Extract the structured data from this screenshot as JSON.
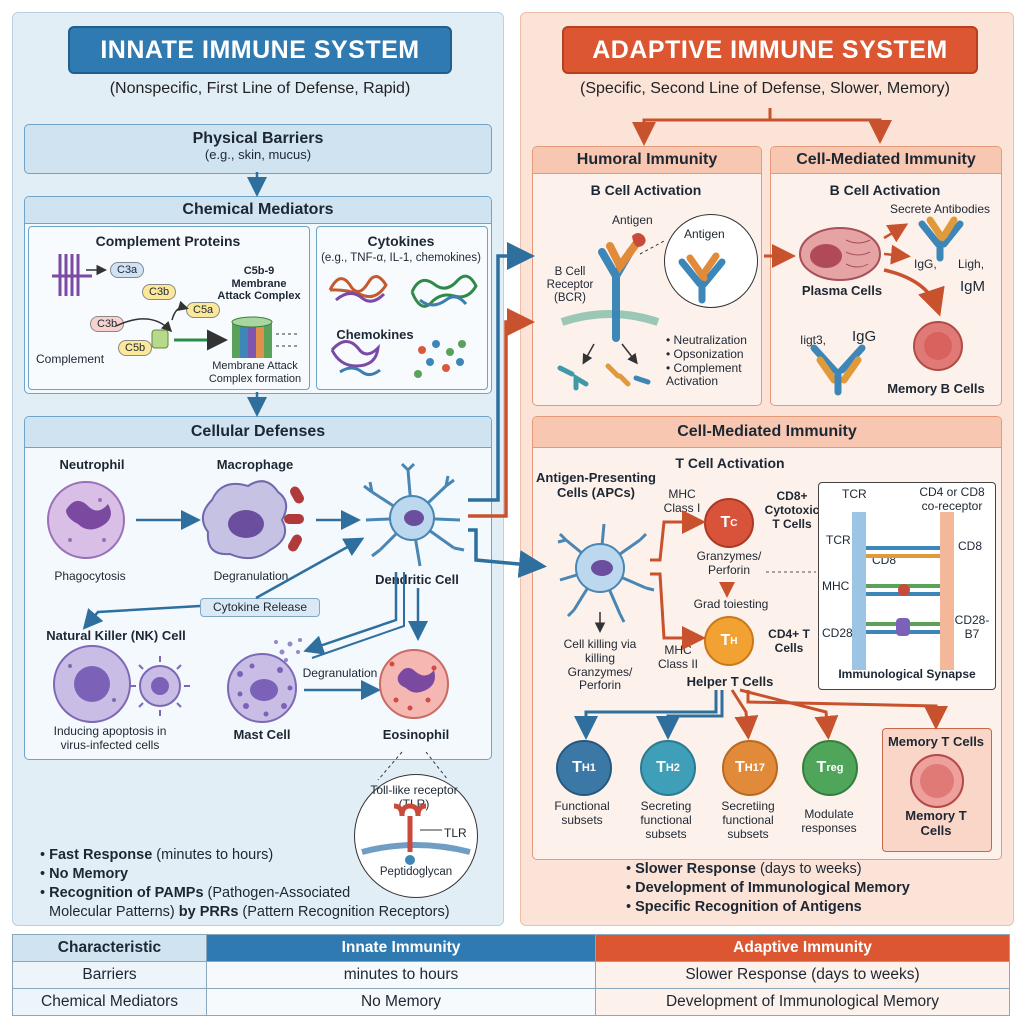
{
  "innate": {
    "title": "INNATE IMMUNE SYSTEM",
    "subtitle": "(Nonspecific, First Line of Defense, Rapid)",
    "physical": {
      "title": "Physical Barriers",
      "sub": "(e.g., skin, mucus)"
    },
    "chemical": {
      "title": "Chemical Mediators",
      "complement": {
        "title": "Complement Proteins",
        "c3a": "C3a",
        "c3b1": "C3b",
        "c3b2": "C3b",
        "c5a": "C5a",
        "c5b": "C5b",
        "mac_title": "C5b-9 Membrane Attack Complex",
        "label": "Complement",
        "mac_formation": "Membrane Attack Complex formation"
      },
      "cytokines": {
        "title": "Cytokines",
        "sub": "(e.g., TNF-α, IL-1, chemokines)",
        "chemokines": "Chemokines"
      }
    },
    "cellular": {
      "title": "Cellular Defenses",
      "neutrophil": "Neutrophil",
      "phagocytosis": "Phagocytosis",
      "macrophage": "Macrophage",
      "degranulation": "Degranulation",
      "dendritic": "Dendritic Cell",
      "cytokine_release": "Cytokine Release",
      "nk": "Natural Killer (NK) Cell",
      "nk_desc": "Inducing apoptosis in virus-infected cells",
      "mast": "Mast Cell",
      "degranulation2": "Degranulation",
      "eosinophil": "Eosinophil"
    },
    "tlr": {
      "title": "Toll-like receptor (TLR)",
      "tlr": "TLR",
      "peptidoglycan": "Peptidoglycan"
    },
    "bullets": [
      {
        "bold": "Fast Response",
        "rest": " (minutes to hours)"
      },
      {
        "bold": "No Memory",
        "rest": ""
      },
      {
        "bold": "Recognition of PAMPs",
        "rest": " (Pathogen-Associated"
      }
    ],
    "bullet_line4": {
      "a": "Molecular Patterns) ",
      "b": "by PRRs",
      "c": " (Pattern Recognition Receptors)"
    }
  },
  "adaptive": {
    "title": "ADAPTIVE IMMUNE SYSTEM",
    "subtitle": "(Specific, Second Line of Defense, Slower, Memory)",
    "humoral": {
      "title": "Humoral Immunity",
      "activation": "B Cell Activation",
      "antigen": "Antigen",
      "antigen2": "Antigen",
      "bcr": "B Cell Receptor (BCR)",
      "effects": [
        "• Neutralization",
        "• Opsonization",
        "• Complement Activation"
      ]
    },
    "cellmed_top": {
      "title": "Cell-Mediated Immunity",
      "activation": "B Cell Activation",
      "secrete": "Secrete Antibodies",
      "plasma": "Plasma Cells",
      "igg_small": "IgG,",
      "ligh": "Ligh,",
      "igm": "IgM",
      "iigt3": "Iigt3,",
      "igg": "IgG",
      "memory_b": "Memory B Cells"
    },
    "cellmed": {
      "title": "Cell-Mediated Immunity",
      "activation": "T Cell Activation",
      "apc": "Antigen-Presenting Cells (APCs)",
      "mhc1": "MHC Class I",
      "tc": "T",
      "tc_sub": "C",
      "cd8": "CD8+ Cytotoxic T Cells",
      "granzymes": "Granzymes/ Perforin",
      "grad": "Grad toiesting",
      "mhc2": "MHC Class II",
      "th": "T",
      "th_sub": "H",
      "cd4": "CD4+ T Cells",
      "cell_killing": "Cell killing via killing Granzymes/ Perforin",
      "helper": "Helper T Cells"
    },
    "synapse": {
      "tcr_top": "TCR",
      "coreceptor": "CD4 or CD8 co-receptor",
      "tcr": "TCR",
      "cd8_top": "CD8",
      "cd8": "CD8",
      "mhc": "MHC",
      "cd28": "CD28",
      "cd28b7": "CD28- B7",
      "title": "Immunological Synapse"
    },
    "subsets": [
      {
        "icon": "T",
        "sub": "H1",
        "desc": "Functional subsets",
        "color": "#3b78a6"
      },
      {
        "icon": "T",
        "sub": "H2",
        "desc": "Secreting functional subsets",
        "color": "#3f9fb8"
      },
      {
        "icon": "T",
        "sub": "H17",
        "desc": "Secretiing functional subsets",
        "color": "#e08a3a"
      },
      {
        "icon": "T",
        "sub": "reg",
        "desc": "Modulate responses",
        "color": "#4fa55a"
      }
    ],
    "memory_t": {
      "title": "Memory T Cells",
      "label": "Memory T Cells"
    },
    "bullets": [
      {
        "bold": "Slower Response",
        "rest": " (days to weeks)"
      },
      {
        "bold": "Development of Immunological Memory",
        "rest": ""
      },
      {
        "bold": "Specific Recognition of Antigens",
        "rest": ""
      }
    ]
  },
  "table": {
    "headers": [
      "Characteristic",
      "Innate Immunity",
      "Adaptive Immunity"
    ],
    "rows": [
      [
        "Barriers",
        "minutes to hours",
        "Slower Response (days to weeks)"
      ],
      [
        "Chemical Mediators",
        "No Memory",
        "Development of Immunological Memory"
      ]
    ]
  },
  "colors": {
    "innate": "#2f7ab0",
    "adaptive": "#db5631"
  }
}
